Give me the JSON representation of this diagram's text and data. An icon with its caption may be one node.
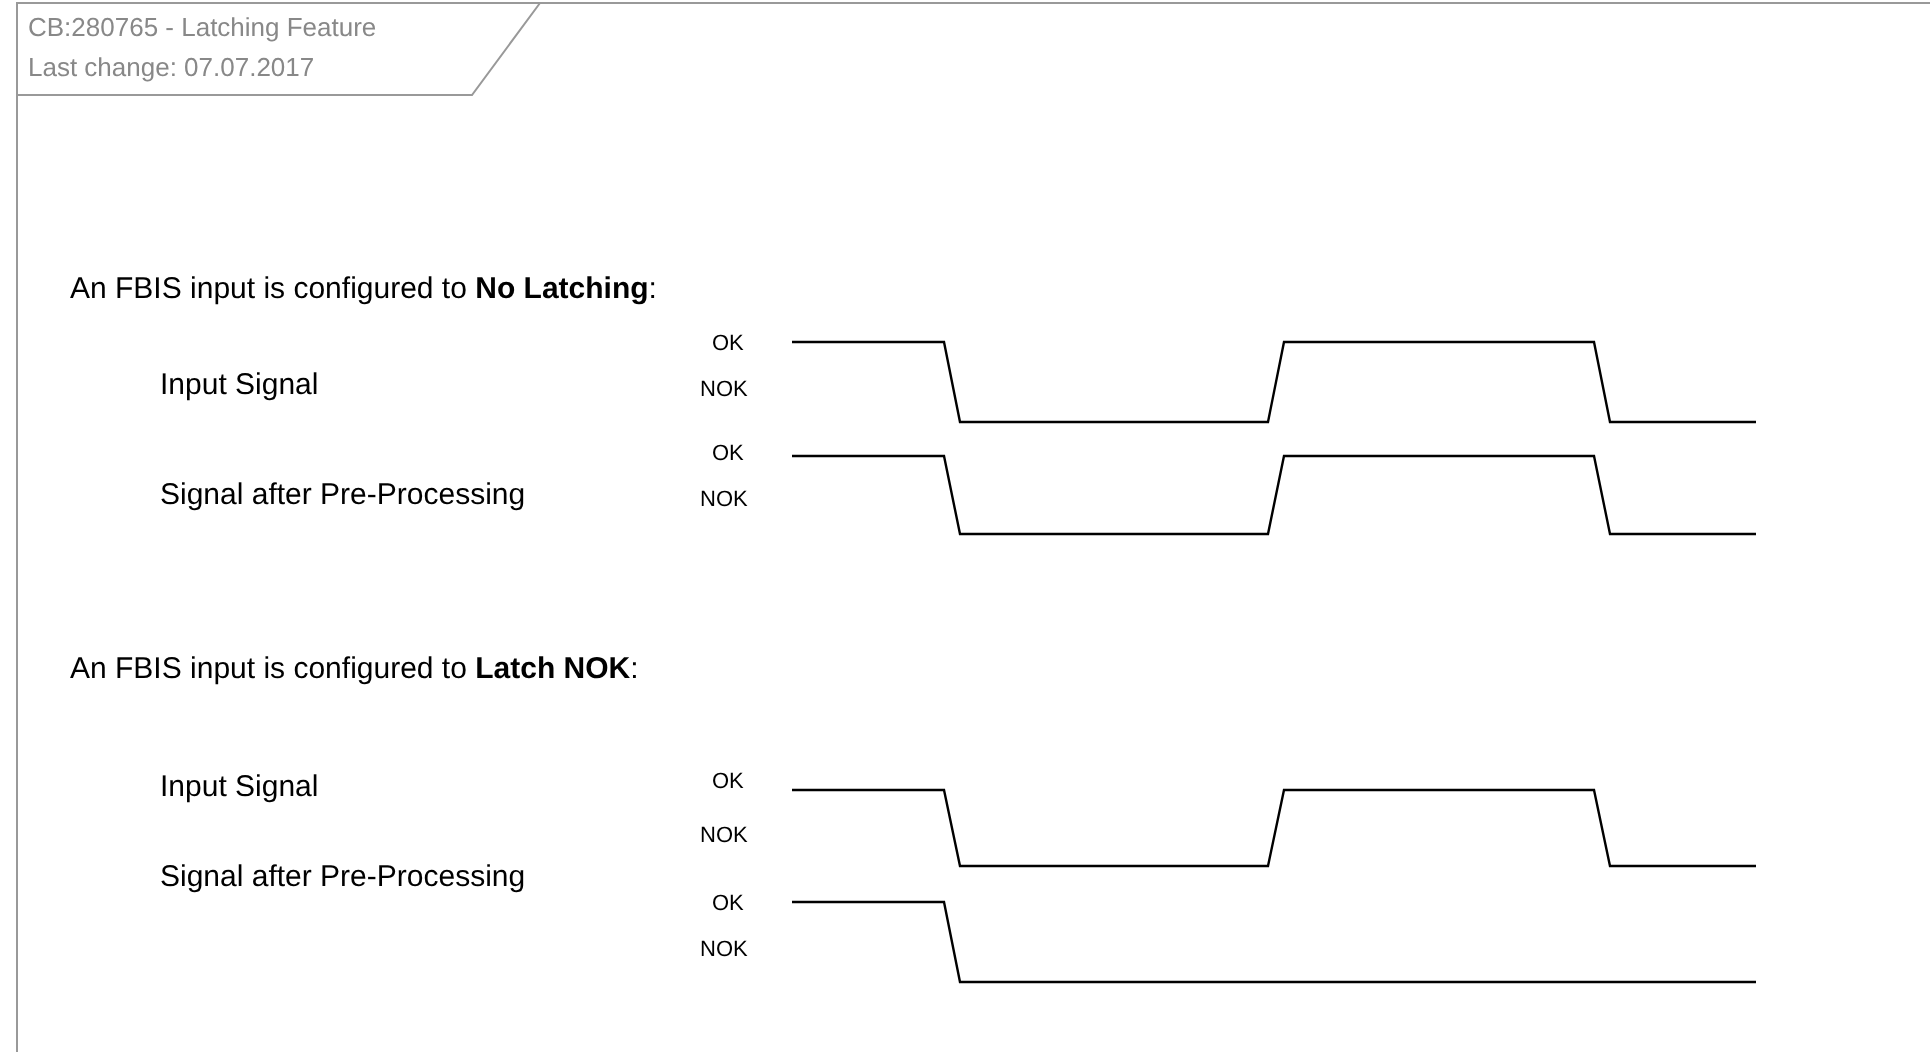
{
  "diagram": {
    "title": "CB:280765 - Latching Feature",
    "labels": [
      "Last change: 07.07.2017",
      "An FBIS input is configured to **No Latching**:",
      "Input Signal",
      "OK",
      "NOK",
      "Signal after Pre-Processing",
      "OK",
      "NOK",
      "An FBIS input is configured to **Latch NOK**:",
      "Input Signal",
      "OK",
      "NOK",
      "Signal after Pre-Processing",
      "OK",
      "NOK"
    ]
  }
}
